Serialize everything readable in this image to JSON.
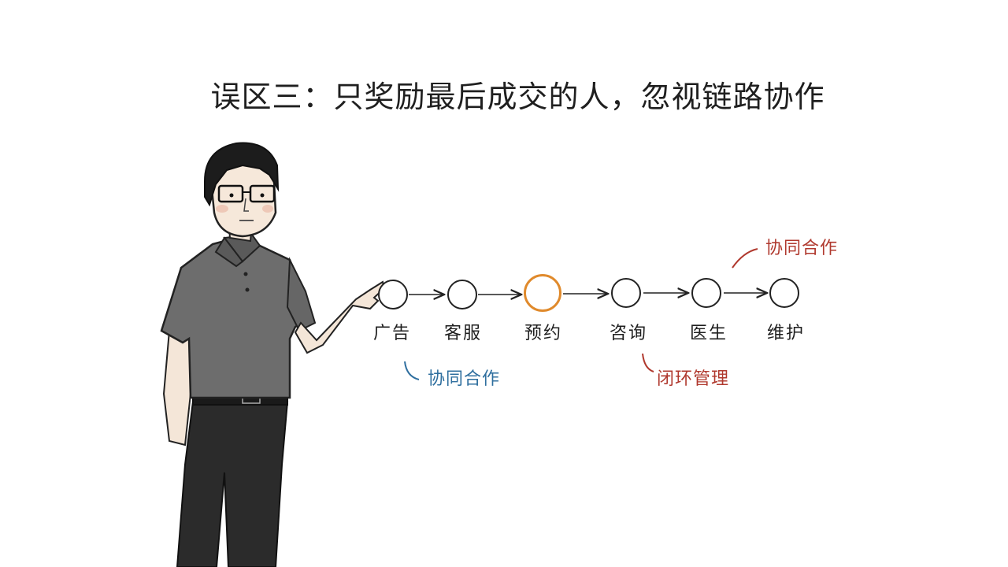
{
  "title": "误区三：只奖励最后成交的人，忽视链路协作",
  "flow": {
    "steps": [
      {
        "label": "广告"
      },
      {
        "label": "客服"
      },
      {
        "label": "预约",
        "highlighted": true
      },
      {
        "label": "咨询"
      },
      {
        "label": "医生"
      },
      {
        "label": "维护"
      }
    ],
    "highlight_color": "#e08a2c"
  },
  "notes": {
    "front": {
      "text": "协同合作",
      "color": "#2f6f9f"
    },
    "middle": {
      "text": "闭环管理",
      "color": "#b0392e"
    },
    "back": {
      "text": "协同合作",
      "color": "#b0392e"
    }
  },
  "illustration": {
    "subject": "man-with-glasses-pointing"
  }
}
